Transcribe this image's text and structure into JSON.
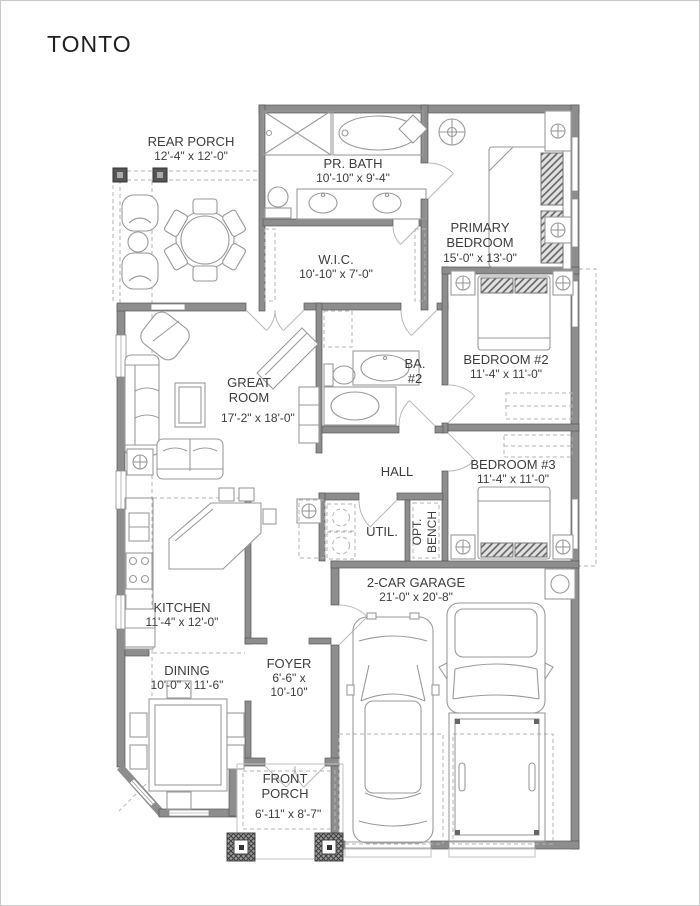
{
  "title": "TONTO",
  "colors": {
    "wall": "#8d8d8d",
    "furniture_line": "#9a9a9a",
    "text": "#3d3d3d"
  },
  "rooms": {
    "rear_porch": {
      "name": "REAR PORCH",
      "dims": "12'-4\" x 12'-0\""
    },
    "pr_bath": {
      "name": "PR. BATH",
      "dims": "10'-10\" x 9'-4\""
    },
    "primary_bedroom": {
      "name": "PRIMARY BEDROOM",
      "dims": "15'-0\" x 13'-0\""
    },
    "wic": {
      "name": "W.I.C.",
      "dims": "10'-10\" x 7'-0\""
    },
    "great_room": {
      "name": "GREAT ROOM",
      "dims": "17'-2\" x 18'-0\""
    },
    "ba2": {
      "name": "BA. #2"
    },
    "bedroom2": {
      "name": "BEDROOM #2",
      "dims": "11'-4\" x 11'-0\""
    },
    "hall": {
      "name": "HALL"
    },
    "bedroom3": {
      "name": "BEDROOM #3",
      "dims": "11'-4\" x 11'-0\""
    },
    "util": {
      "name": "UTIL."
    },
    "opt_bench": {
      "name": "OPT. BENCH"
    },
    "garage": {
      "name": "2-CAR GARAGE",
      "dims": "21'-0\" x 20'-8\""
    },
    "kitchen": {
      "name": "KITCHEN",
      "dims": "11'-4\" x 12'-0\""
    },
    "dining": {
      "name": "DINING",
      "dims": "10'-0\" x 11'-6\""
    },
    "foyer": {
      "name": "FOYER",
      "dims": "6'-6\" x 10'-10\""
    },
    "front_porch": {
      "name": "FRONT PORCH",
      "dims": "6'-11\" x 8'-7\""
    }
  }
}
